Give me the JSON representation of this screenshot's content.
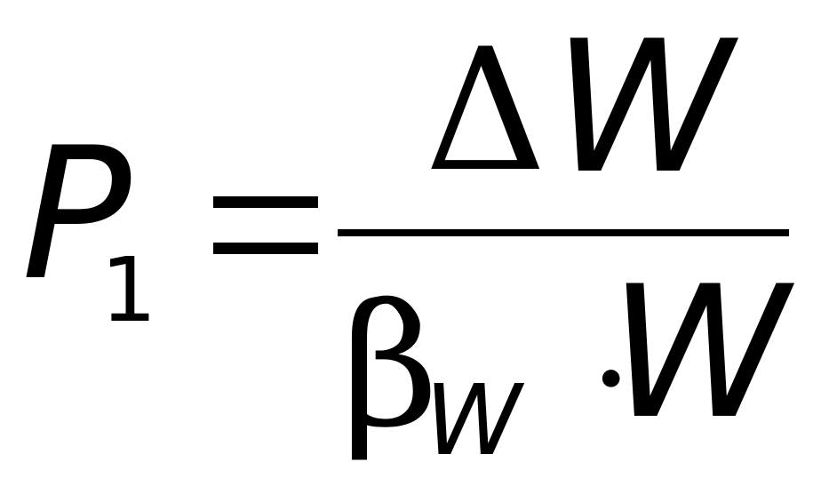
{
  "formula": {
    "lhs": {
      "variable": "P",
      "subscript": "1"
    },
    "relation": "=",
    "numerator": {
      "operator": "Δ",
      "variable": "W"
    },
    "denominator": {
      "coefficient": "β",
      "coefficient_subscript": "W",
      "operator": "·",
      "variable": "W"
    }
  }
}
